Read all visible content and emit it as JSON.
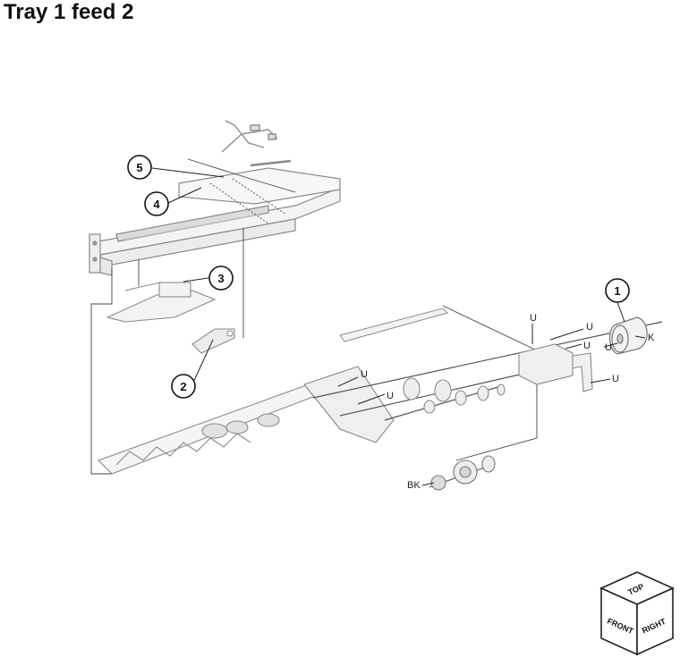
{
  "page": {
    "title": "Tray 1 feed 2"
  },
  "callouts": [
    {
      "id": "1",
      "label": "1"
    },
    {
      "id": "2",
      "label": "2"
    },
    {
      "id": "3",
      "label": "3"
    },
    {
      "id": "4",
      "label": "4"
    },
    {
      "id": "5",
      "label": "5"
    }
  ],
  "hardware_labels": {
    "u1": "U",
    "u2": "U",
    "u3": "U",
    "u4": "U",
    "u5": "U",
    "u6": "U",
    "u7": "U",
    "k": "K",
    "bk": "BK"
  },
  "orientation_cube": {
    "top": "TOP",
    "front": "FRONT",
    "right": "RIGHT"
  },
  "colors": {
    "ink": "#111111",
    "part_gray": "#9a9a9a",
    "line": "#222222"
  }
}
